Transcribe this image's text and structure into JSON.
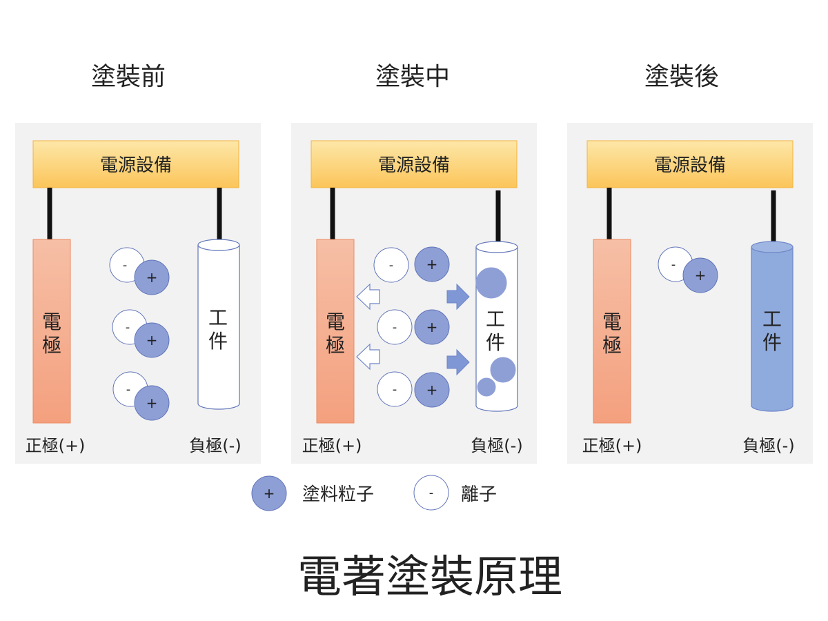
{
  "stages": [
    {
      "title": "塗裝前",
      "power": "電源設備",
      "electrode": [
        "電",
        "極"
      ],
      "workpiece": [
        "工",
        "件"
      ],
      "positive": "正極(+)",
      "negative": "負極(-)"
    },
    {
      "title": "塗裝中",
      "power": "電源設備",
      "electrode": [
        "電",
        "極"
      ],
      "workpiece": [
        "工",
        "件"
      ],
      "positive": "正極(+)",
      "negative": "負極(-)"
    },
    {
      "title": "塗裝後",
      "power": "電源設備",
      "electrode": [
        "電",
        "極"
      ],
      "workpiece": [
        "工",
        "件"
      ],
      "positive": "正極(+)",
      "negative": "負極(-)"
    }
  ],
  "symbols": {
    "plus": "+",
    "minus": "-"
  },
  "legend": {
    "paint": "塗料粒子",
    "ion": "離子"
  },
  "main_title": "電著塗裝原理",
  "colors": {
    "panel": "#f2f2f2",
    "power_top": "#fde7a8",
    "power_bottom": "#fbc55a",
    "power_border": "#f3b33d",
    "electrode_top": "#f6bfa6",
    "electrode_bottom": "#f4a07e",
    "electrode_border": "#ea8b63",
    "particle": "#8e9fd6",
    "particle_border": "#5f73b8",
    "coated": "#8faadc",
    "arrow_out": "#ffffff",
    "arrow_out_border": "#6f86c8",
    "arrow_in": "#7f97d4"
  }
}
